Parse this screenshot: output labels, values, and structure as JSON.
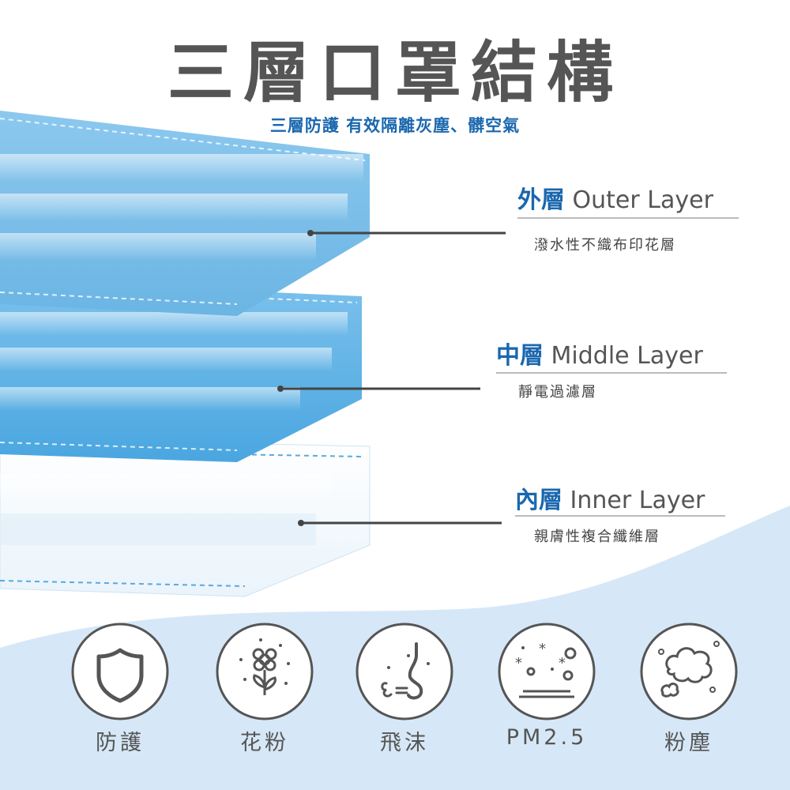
{
  "title": "三層口罩結構",
  "subtitle": "三層防護 有效隔離灰塵、髒空氣",
  "layers": [
    {
      "zh": "外層",
      "en": "Outer Layer",
      "desc": "潑水性不織布印花層"
    },
    {
      "zh": "中層",
      "en": "Middle Layer",
      "desc": "靜電過濾層"
    },
    {
      "zh": "內層",
      "en": "Inner Layer",
      "desc": "親膚性複合纖維層"
    }
  ],
  "features": [
    {
      "label": "防護",
      "icon": "shield-icon"
    },
    {
      "label": "花粉",
      "icon": "flower-icon"
    },
    {
      "label": "飛沫",
      "icon": "nose-droplet-icon"
    },
    {
      "label": "PM2.5",
      "icon": "particles-icon"
    },
    {
      "label": "粉塵",
      "icon": "dust-cloud-icon"
    }
  ],
  "colors": {
    "accent": "#1a67ae",
    "text": "#555555",
    "outer_layer": "#7cc0ea",
    "middle_layer": "#5fb2e6",
    "inner_layer": "#f2f8fd",
    "wave": "#d6e8f7"
  }
}
